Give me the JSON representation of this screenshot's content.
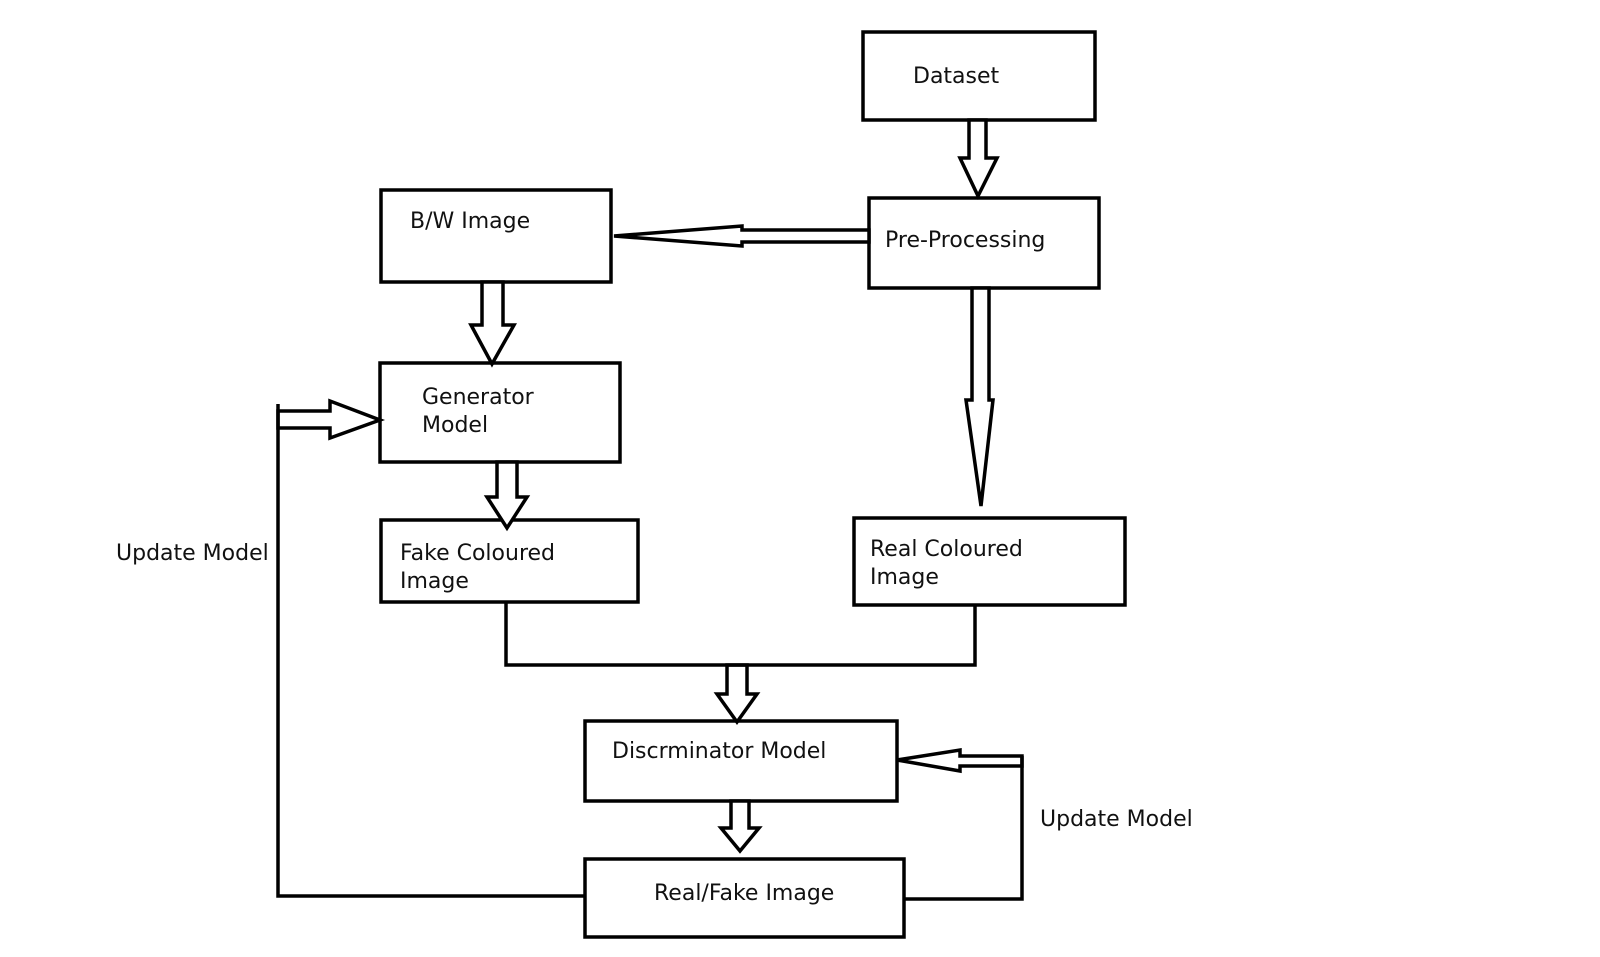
{
  "nodes": {
    "dataset": "Dataset",
    "pre_processing": "Pre-Processing",
    "bw_image": "B/W Image",
    "generator_line1": "Generator",
    "generator_line2": "Model",
    "fake_coloured_line1": "Fake Coloured",
    "fake_coloured_line2": "Image",
    "real_coloured_line1": "Real Coloured",
    "real_coloured_line2": "Image",
    "discriminator": "Discrminator Model",
    "real_fake": "Real/Fake Image"
  },
  "edge_labels": {
    "update_generator": "Update Model",
    "update_discriminator": "Update Model"
  },
  "colors": {
    "stroke": "#000000",
    "background": "#ffffff"
  }
}
